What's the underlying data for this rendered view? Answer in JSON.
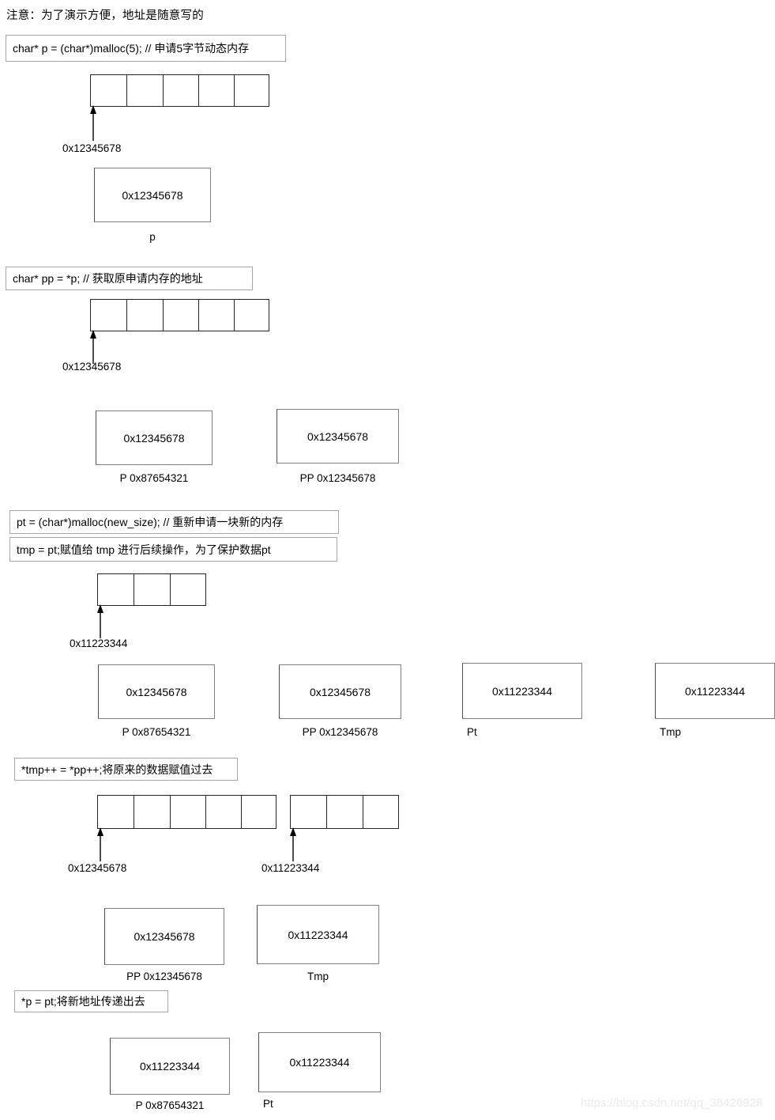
{
  "note": "注意：为了演示方便，地址是随意写的",
  "watermark": "https://blog.csdn.net/qq_38426928",
  "addresses": {
    "old": "0x12345678",
    "new": "0x11223344",
    "p_self": "0x87654321"
  },
  "sections": [
    {
      "id": "step-1-malloc",
      "statement": "char* p = (char*)malloc(5); // 申请5字节动态内存",
      "heap": {
        "cells": 5,
        "address_label": "0x12345678"
      },
      "variables": [
        {
          "name": "p",
          "value": "0x12345678",
          "caption": "p",
          "caption_align": "center"
        }
      ]
    },
    {
      "id": "step-2-get-address",
      "statement": "char* pp = *p; // 获取原申请内存的地址",
      "heap": {
        "cells": 5,
        "address_label": "0x12345678"
      },
      "variables": [
        {
          "name": "p",
          "value": "0x12345678",
          "caption": "P 0x87654321",
          "caption_align": "center"
        },
        {
          "name": "pp",
          "value": "0x12345678",
          "caption": "PP    0x12345678",
          "caption_align": "center"
        }
      ]
    },
    {
      "id": "step-3-new-malloc",
      "statement": "pt = (char*)malloc(new_size); // 重新申请一块新的内存",
      "statement2": "tmp = pt;赋值给 tmp 进行后续操作，为了保护数据pt",
      "heap": {
        "cells": 3,
        "address_label": "0x11223344"
      },
      "variables": [
        {
          "name": "p",
          "value": "0x12345678",
          "caption": "P 0x87654321",
          "caption_align": "center"
        },
        {
          "name": "pp",
          "value": "0x12345678",
          "caption": "PP    0x12345678",
          "caption_align": "center"
        },
        {
          "name": "pt",
          "value": "0x11223344",
          "caption": "Pt",
          "caption_align": "left"
        },
        {
          "name": "tmp",
          "value": "0x11223344",
          "caption": "Tmp",
          "caption_align": "left"
        }
      ]
    },
    {
      "id": "step-4-copy-data",
      "statement": "*tmp++ = *pp++;将原来的数据赋值过去",
      "heap_old": {
        "cells": 5,
        "address_label": "0x12345678"
      },
      "heap_new": {
        "cells": 3,
        "address_label": "0x11223344"
      },
      "variables": [
        {
          "name": "pp",
          "value": "0x12345678",
          "caption": "PP    0x12345678",
          "caption_align": "center"
        },
        {
          "name": "tmp",
          "value": "0x11223344",
          "caption": "Tmp",
          "caption_align": "center"
        }
      ]
    },
    {
      "id": "step-5-assign-back",
      "statement": "*p = pt;将新地址传递出去",
      "variables": [
        {
          "name": "p",
          "value": "0x11223344",
          "caption": "P 0x87654321",
          "caption_align": "center"
        },
        {
          "name": "pt",
          "value": "0x11223344",
          "caption": "Pt",
          "caption_align": "left"
        }
      ]
    }
  ]
}
